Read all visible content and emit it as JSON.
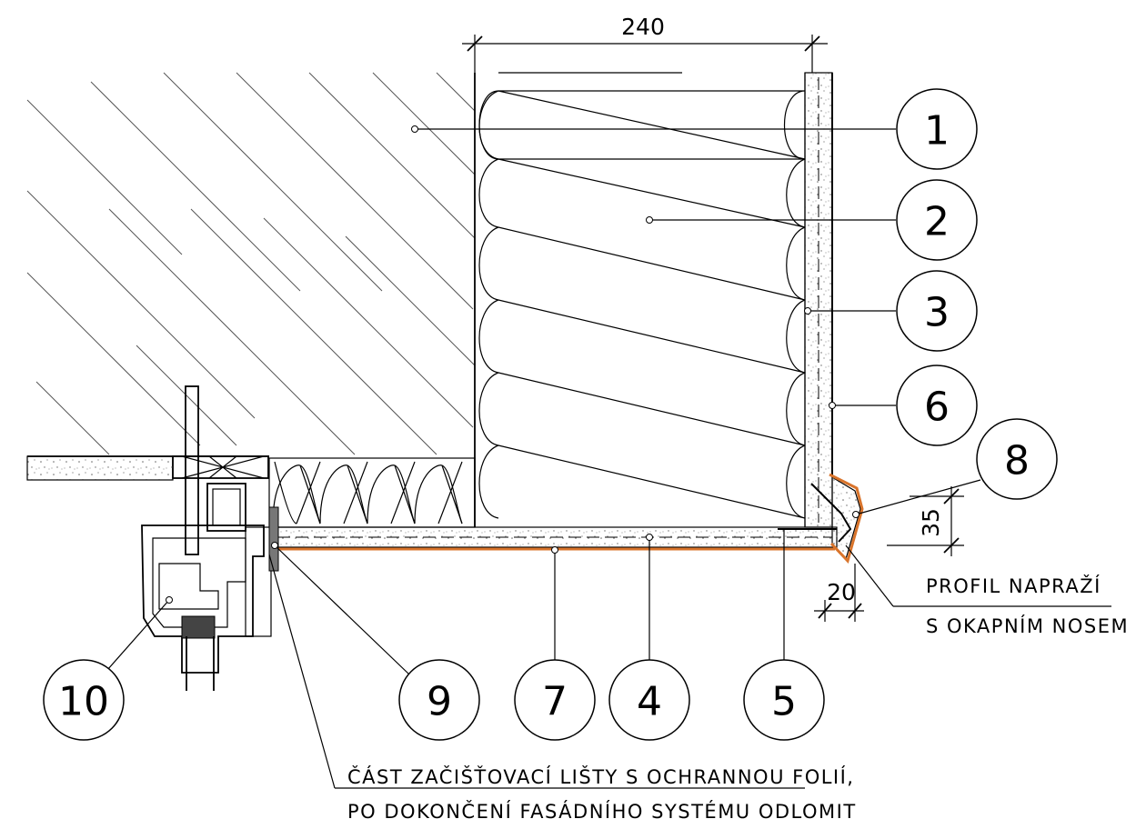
{
  "colors": {
    "line": "#000000",
    "protective_layer": "#d9742b",
    "background": "#ffffff"
  },
  "dimensions": {
    "insulation_thickness": "240",
    "profile_height": "35",
    "drip_edge": "20"
  },
  "callouts": [
    {
      "number": "1"
    },
    {
      "number": "2"
    },
    {
      "number": "3"
    },
    {
      "number": "6"
    },
    {
      "number": "8"
    },
    {
      "number": "10"
    },
    {
      "number": "9"
    },
    {
      "number": "7"
    },
    {
      "number": "4"
    },
    {
      "number": "5"
    }
  ],
  "notes": {
    "profile_line1": "PROFIL NAPRAŽÍ",
    "profile_line2": "S OKAPNÍM NOSEM",
    "strip_line1": "ČÁST ZAČIŠŤOVACÍ LIŠTY S OCHRANNOU FOLIÍ,",
    "strip_line2": "PO DOKONČENÍ FASÁDNÍHO SYSTÉMU ODLOMIT"
  }
}
